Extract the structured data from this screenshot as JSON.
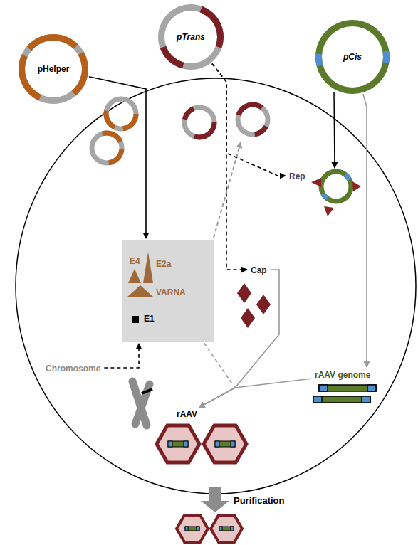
{
  "diagram": {
    "nodes": [
      {
        "text": [
          "pTrans"
        ]
      },
      {
        "text": [
          "pCis"
        ]
      },
      {
        "text": [
          "pHelper"
        ]
      },
      {
        "text": [
          "Rep"
        ]
      },
      {
        "text": [
          "E4",
          "E2a",
          "VARNA",
          "E1"
        ]
      },
      {
        "text": [
          "Cap"
        ]
      },
      {
        "text": [
          "Chromosome"
        ]
      },
      {
        "text": [
          "rAAV genome"
        ]
      },
      {
        "text": [
          "rAAV"
        ]
      }
    ],
    "edges": [
      {
        "from": 2,
        "to": 4,
        "arrow": "to"
      },
      {
        "from": 6,
        "to": 4,
        "arrow": "to"
      },
      {
        "from": 0,
        "to": 3,
        "arrow": "to"
      },
      {
        "from": 0,
        "to": 5,
        "arrow": "to"
      },
      {
        "from": 1,
        "to": 7,
        "arrow": "to"
      },
      {
        "from": 5,
        "to": 8,
        "arrow": "to"
      },
      {
        "from": 7,
        "to": 8,
        "arrow": "to"
      },
      {
        "from": 4,
        "to": 8,
        "arrow": "to"
      }
    ],
    "labels": [
      "Purification"
    ]
  }
}
